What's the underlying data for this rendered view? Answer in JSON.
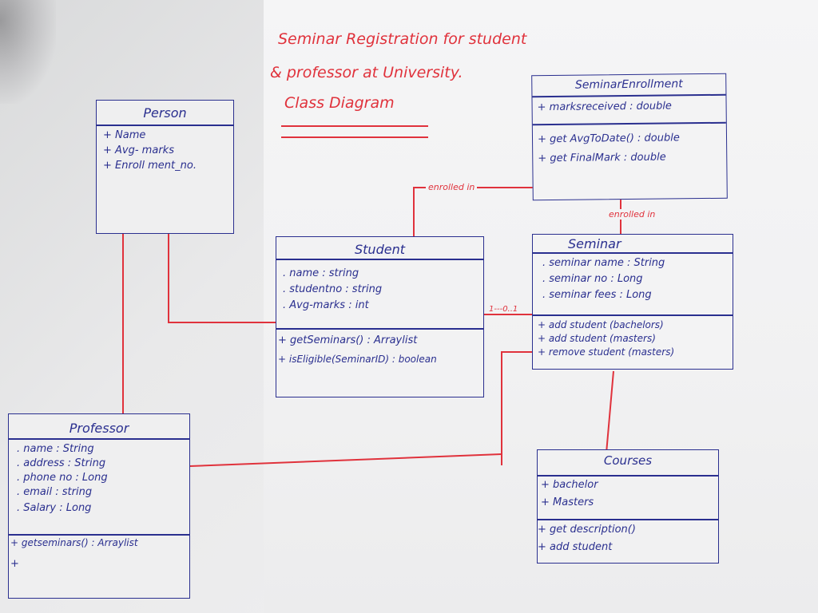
{
  "title": {
    "line1": "Seminar Registration for student",
    "line2": "& professor at University.",
    "line3": "Class Diagram"
  },
  "classes": {
    "person": {
      "name": "Person",
      "attributes": [
        "+ Name",
        "+ Avg- marks",
        "+ Enroll ment_no."
      ]
    },
    "student": {
      "name": "Student",
      "attributes": [
        ". name : string",
        ". studentno : string",
        ". Avg-marks : int"
      ],
      "methods": [
        "+ getSeminars() : Arraylist",
        "+ isEligible(SeminarID) : boolean"
      ]
    },
    "professor": {
      "name": "Professor",
      "attributes": [
        ". name : String",
        ". address : String",
        ". phone no : Long",
        ". email : string",
        ". Salary : Long"
      ],
      "methods": [
        "+ getseminars() : Arraylist",
        "+"
      ]
    },
    "seminar_enrollment": {
      "name": "SeminarEnrollment",
      "attributes": [
        "+ marksreceived : double"
      ],
      "methods": [
        "+ get AvgToDate() : double",
        "+ get FinalMark : double"
      ]
    },
    "seminar": {
      "name": "Seminar",
      "attributes": [
        ". seminar name : String",
        ". seminar no : Long",
        ". seminar fees : Long"
      ],
      "methods": [
        "+ add student (bachelors)",
        "+ add student (masters)",
        "+ remove student (masters)"
      ]
    },
    "courses": {
      "name": "Courses",
      "attributes": [
        "+ bachelor",
        "+ Masters"
      ],
      "methods": [
        "+ get description()",
        "+ add student"
      ]
    }
  },
  "relations": {
    "enrolled_in_1": "enrolled in",
    "enrolled_in_2": "enrolled in",
    "multiplicity": "1---0..1"
  }
}
